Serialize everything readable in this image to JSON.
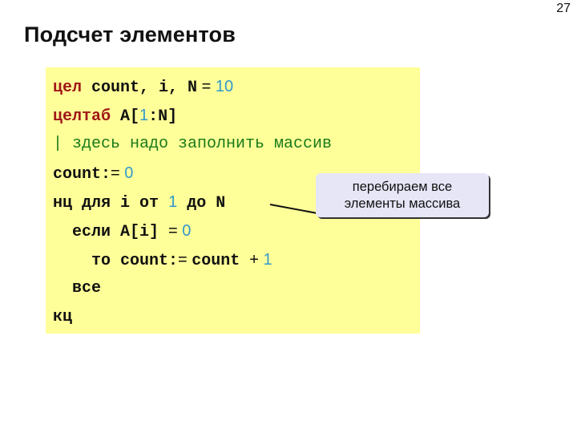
{
  "slide": {
    "page_number": "27",
    "title": "Подсчет элементов"
  },
  "code": {
    "lines": [
      {
        "parts": [
          "цел",
          " count, i, N",
          " = ",
          "10"
        ]
      },
      {
        "parts": [
          "целтаб",
          " A[",
          "1",
          ":N]"
        ]
      },
      {
        "parts": [
          "| здесь надо заполнить массив"
        ]
      },
      {
        "parts": [
          "count:",
          "= ",
          "0"
        ]
      },
      {
        "parts": [
          "нц для",
          " i ",
          "от",
          " ",
          "1",
          " ",
          "до",
          " N"
        ]
      },
      {
        "parts": [
          "  если",
          " A[i] ",
          "= ",
          "0"
        ]
      },
      {
        "parts": [
          "    то",
          " count:",
          "= ",
          "count ",
          "+ ",
          "1"
        ]
      },
      {
        "parts": [
          "  все"
        ]
      },
      {
        "parts": [
          "кц"
        ]
      }
    ]
  },
  "callout": {
    "line1": "перебираем все",
    "line2": "элементы массива"
  },
  "colors": {
    "code_background": "#ffff99",
    "keyword": "#a01818",
    "number": "#3399cc",
    "comment": "#1a7a1a",
    "callout_background": "#e6e6f7"
  }
}
